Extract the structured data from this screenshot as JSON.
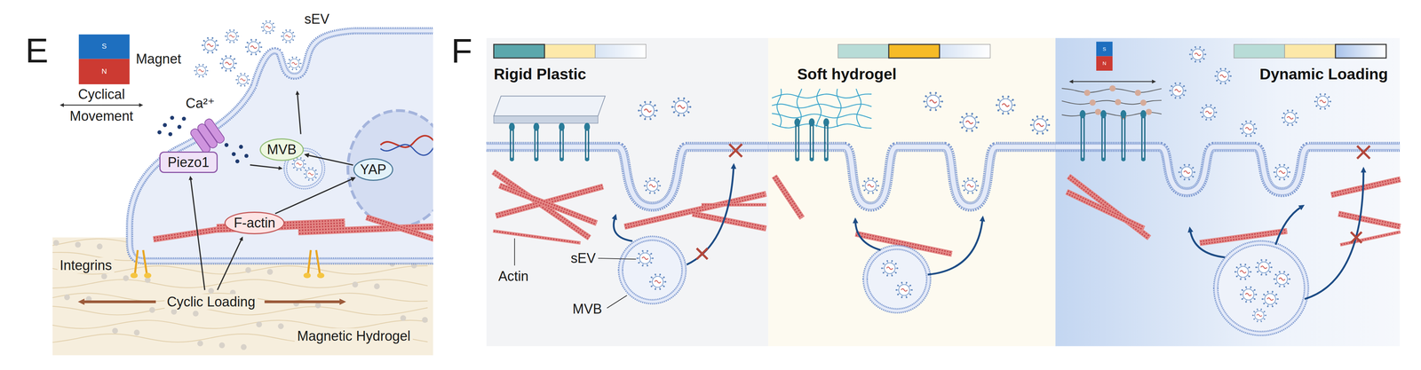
{
  "diagram": {
    "nodes": [
      {
        "text": [
          "Piezo1"
        ]
      },
      {
        "text": [
          "MVB"
        ]
      },
      {
        "text": [
          "YAP"
        ]
      },
      {
        "text": [
          "F-actin"
        ]
      },
      {
        "text": [
          "Rigid Plastic"
        ]
      },
      {
        "text": [
          "Soft hydrogel"
        ]
      },
      {
        "text": [
          "Dynamic Loading"
        ]
      }
    ],
    "edges": [
      {
        "from": 3,
        "to": 2,
        "arrow": "to"
      },
      {
        "from": 2,
        "to": 1,
        "arrow": "to"
      }
    ],
    "labels": [
      "E",
      "S",
      "N",
      "Magnet",
      "Cyclical Movement",
      "sEV",
      "Ca²⁺",
      "Integrins",
      "Cyclic Loading",
      "Magnetic Hydrogel",
      "F",
      "Actin",
      "sEV",
      "MVB",
      "S",
      "N"
    ]
  }
}
